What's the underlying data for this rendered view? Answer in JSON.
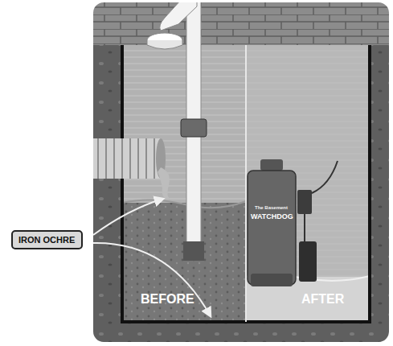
{
  "diagram": {
    "nodes": [
      {
        "text": [
          "IRON OCHRE"
        ]
      }
    ],
    "labels": [
      "BEFORE",
      "AFTER",
      "The Basement",
      "WATCHDOG"
    ]
  }
}
